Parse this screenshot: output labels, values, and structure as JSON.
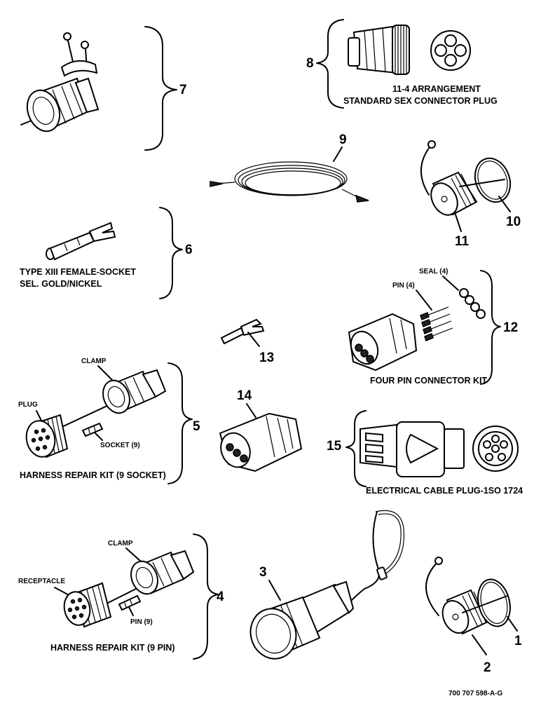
{
  "items": {
    "n1": "1",
    "n2": "2",
    "n3": "3",
    "n4": "4",
    "n5": "5",
    "n6": "6",
    "n7": "7",
    "n8": "8",
    "n9": "9",
    "n10": "10",
    "n11": "11",
    "n12": "12",
    "n13": "13",
    "n14": "14",
    "n15": "15"
  },
  "labels": {
    "arrangement": "11-4 ARRANGEMENT",
    "standard_plug": "STANDARD SEX CONNECTOR PLUG",
    "type_xiii": "TYPE XIII FEMALE-SOCKET",
    "sel_gold": "SEL. GOLD/NICKEL",
    "seal": "SEAL (4)",
    "pin4": "PIN (4)",
    "four_pin_kit": "FOUR PIN CONNECTOR KIT",
    "clamp5": "CLAMP",
    "plug": "PLUG",
    "socket9": "SOCKET (9)",
    "harness_socket": "HARNESS REPAIR KIT (9 SOCKET)",
    "cable_plug": "ELECTRICAL CABLE PLUG-1SO 1724",
    "clamp4": "CLAMP",
    "receptacle": "RECEPTACLE",
    "pin9": "PIN (9)",
    "harness_pin": "HARNESS REPAIR KIT (9 PIN)",
    "figure_code": "700 707 598-A-G"
  }
}
